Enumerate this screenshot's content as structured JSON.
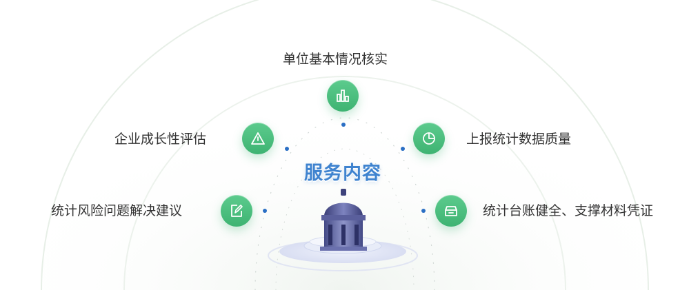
{
  "center_title": "服务内容",
  "accent_color": "#4cbf7f",
  "title_color": "#3f83cf",
  "items": [
    {
      "label": "单位基本情况核实",
      "icon": "bar-chart-icon"
    },
    {
      "label": "企业成长性评估",
      "icon": "warning-triangle-icon"
    },
    {
      "label": "上报统计数据质量",
      "icon": "pie-chart-icon"
    },
    {
      "label": "统计风险问题解决建议",
      "icon": "edit-document-icon"
    },
    {
      "label": "统计台账健全、支撑材料凭证",
      "icon": "archive-box-icon"
    }
  ]
}
